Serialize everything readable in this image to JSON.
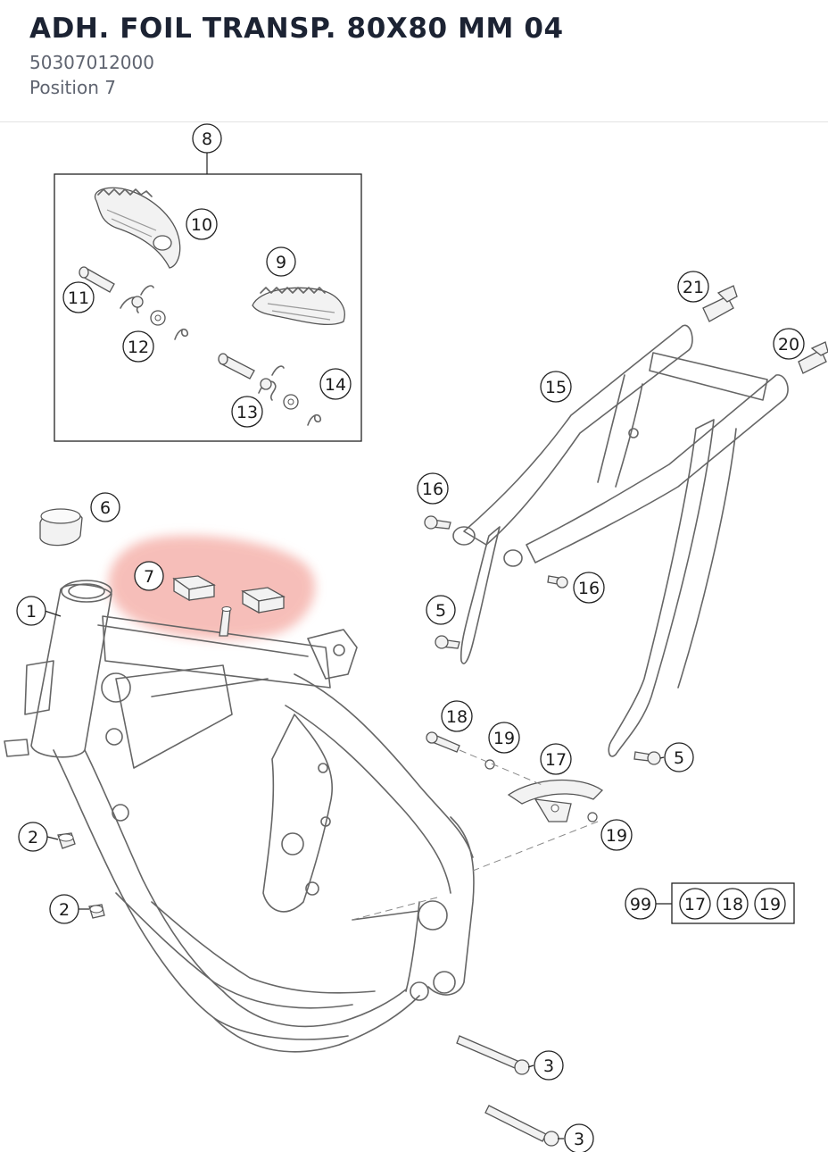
{
  "header": {
    "title": "ADH. FOIL TRANSP. 80X80 MM 04",
    "part_number": "50307012000",
    "position": "Position 7"
  },
  "colors": {
    "highlight": "#f08a80",
    "title": "#1c2333",
    "subtitle": "#5f6470"
  },
  "callouts": {
    "c1": "1",
    "c2a": "2",
    "c2b": "2",
    "c3a": "3",
    "c3b": "3",
    "c5a": "5",
    "c5b": "5",
    "c6": "6",
    "c7": "7",
    "c8": "8",
    "c9": "9",
    "c10": "10",
    "c11": "11",
    "c12": "12",
    "c13": "13",
    "c14": "14",
    "c15": "15",
    "c16a": "16",
    "c16b": "16",
    "c17a": "17",
    "c18a": "18",
    "c19a": "19",
    "c19b": "19",
    "c20": "20",
    "c21": "21",
    "c99": "99",
    "kit17": "17",
    "kit18": "18",
    "kit19": "19"
  },
  "highlighted_position": "7"
}
